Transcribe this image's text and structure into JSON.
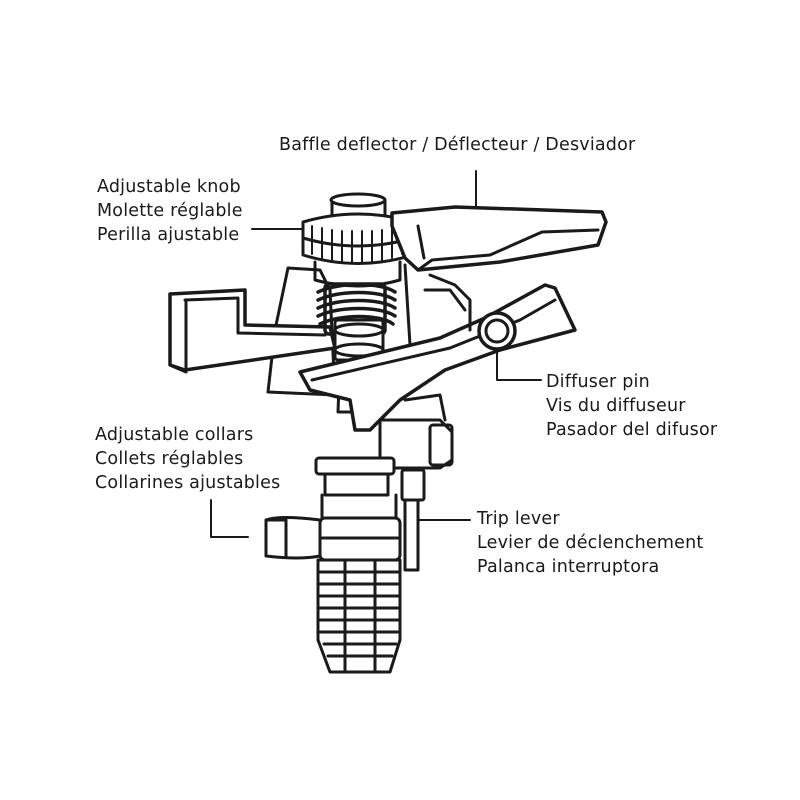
{
  "labels": {
    "baffle_deflector": "Baffle deflector / Déflecteur / Desviador",
    "adjustable_knob": [
      "Adjustable knob",
      "Molette réglable",
      "Perilla ajustable"
    ],
    "diffuser_pin": [
      "Diffuser pin",
      "Vis du diffuseur",
      "Pasador del difusor"
    ],
    "adjustable_collars": [
      "Adjustable collars",
      "Collets réglables",
      "Collarines ajustables"
    ],
    "trip_lever": [
      "Trip lever",
      "Levier de déclenchement",
      "Palanca interruptora"
    ]
  },
  "colors": {
    "ink": "#1a1a1a",
    "background": "#ffffff"
  }
}
